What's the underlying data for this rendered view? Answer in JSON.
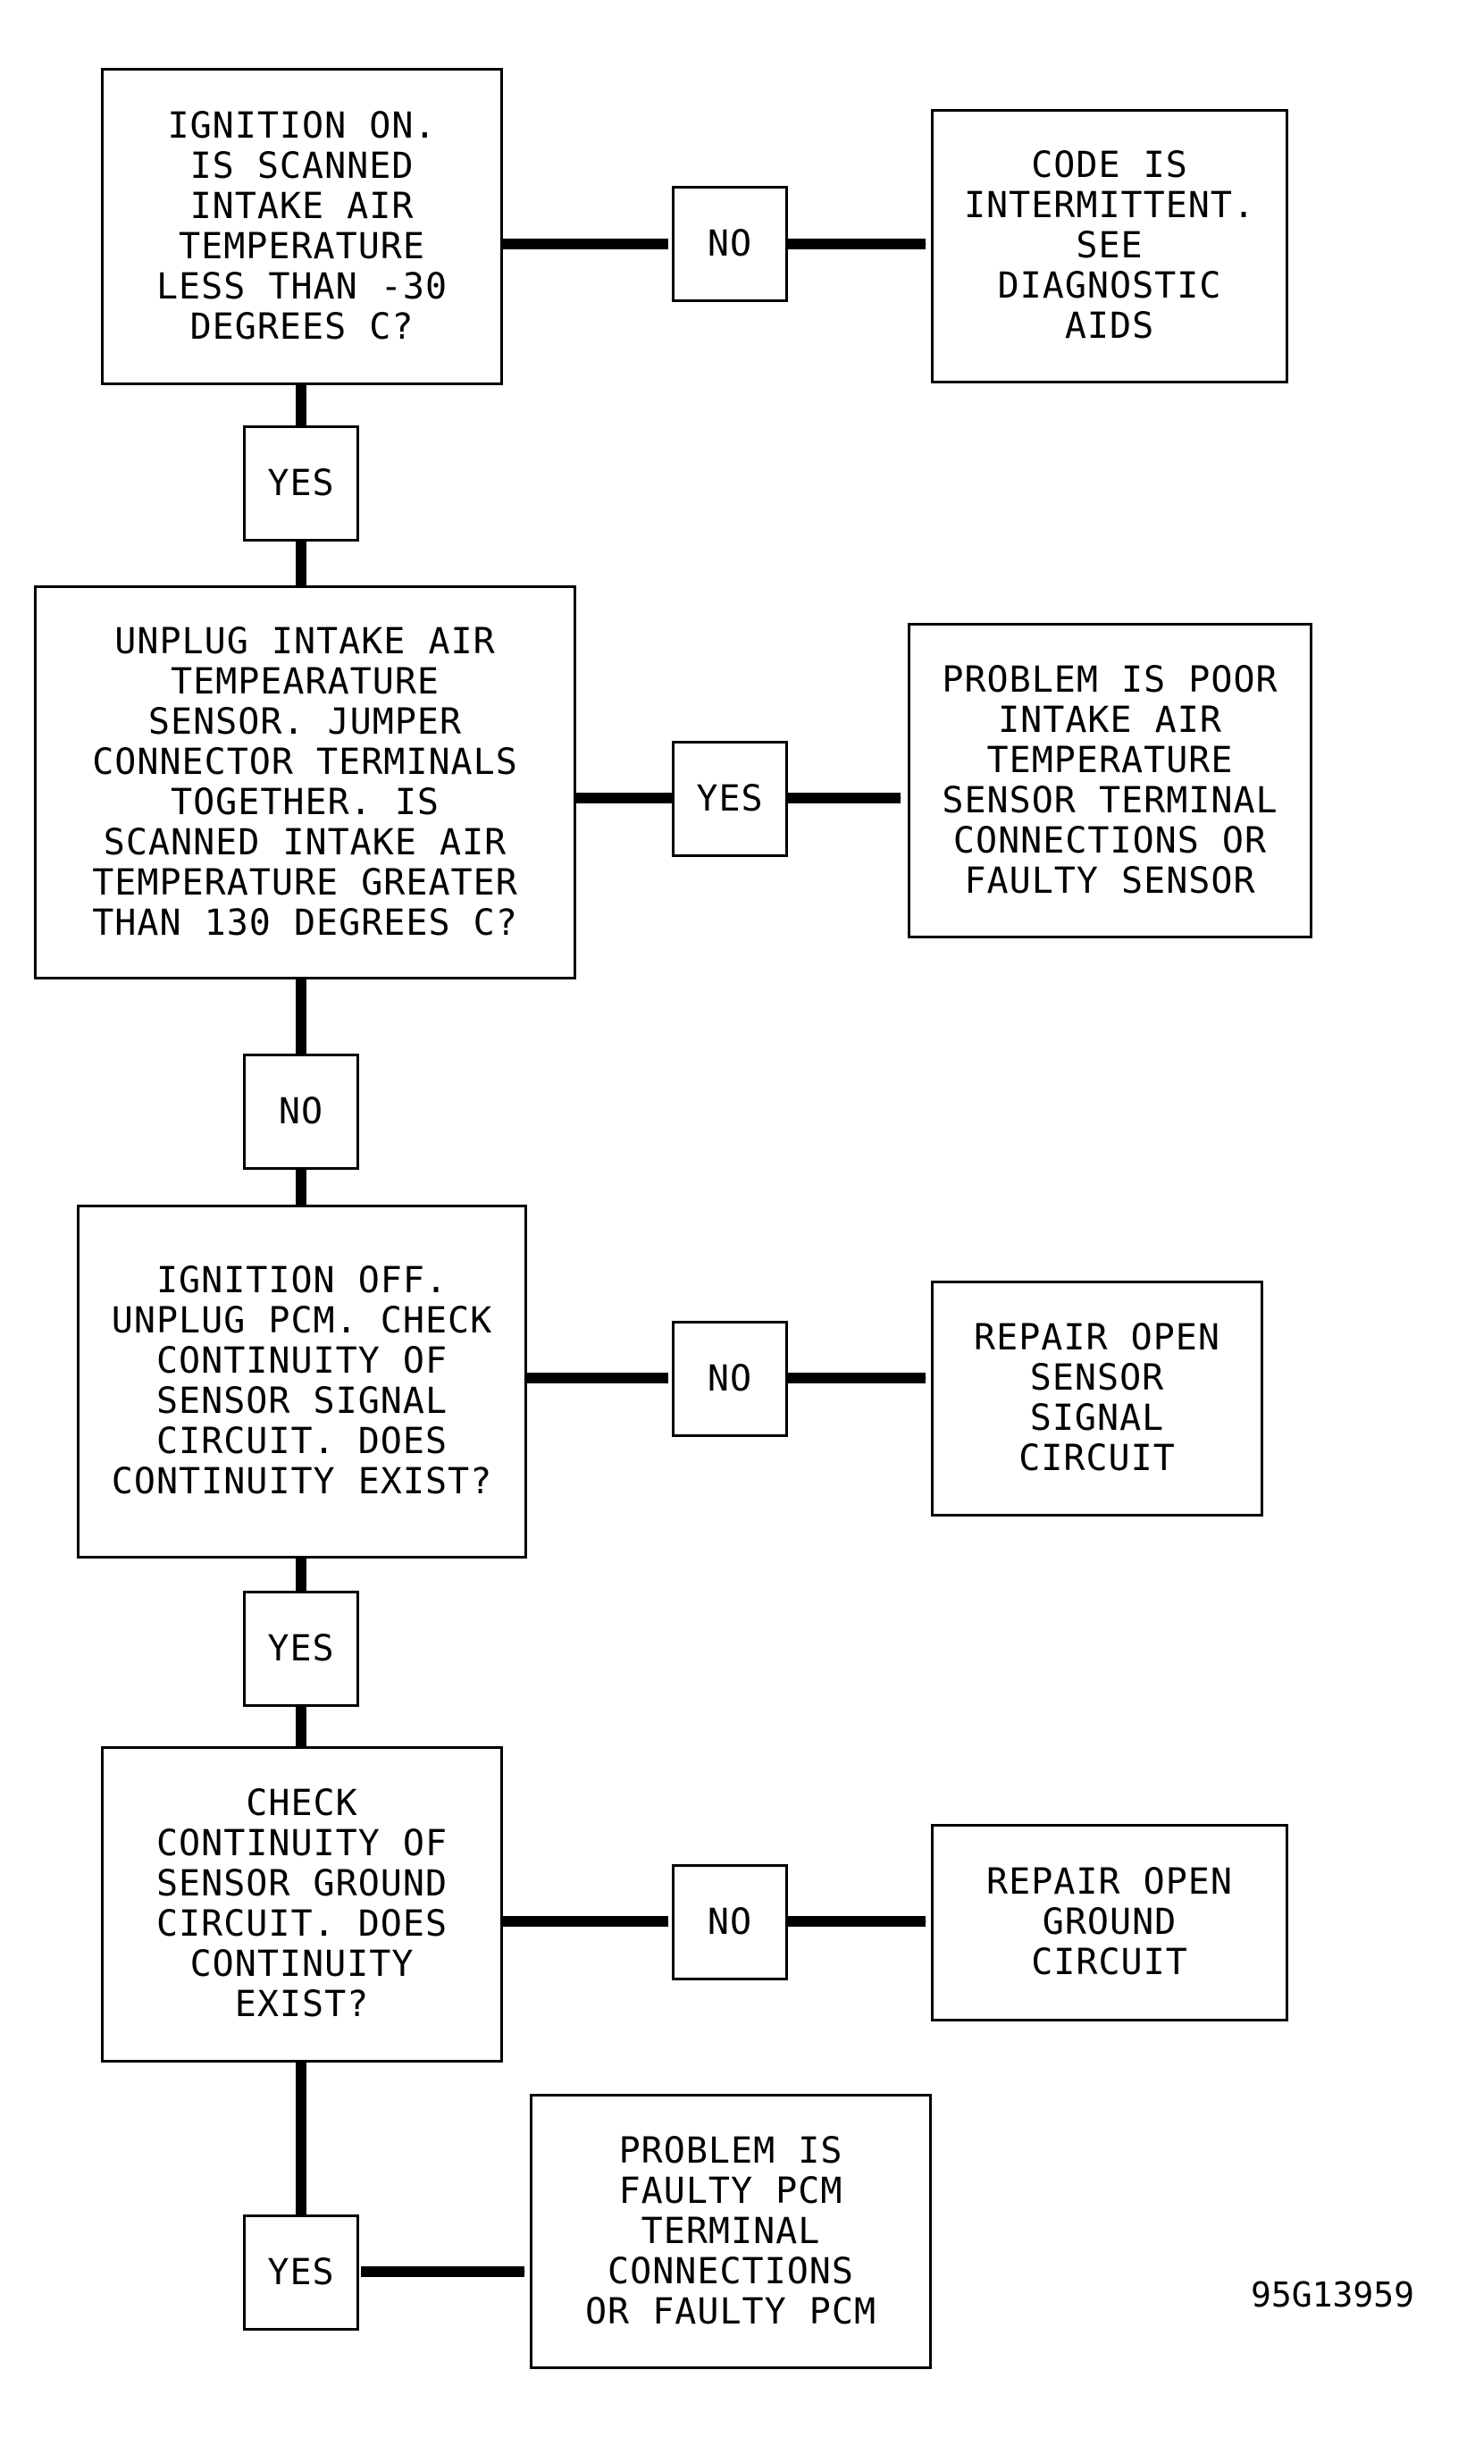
{
  "flowchart": {
    "steps": [
      {
        "question": "IGNITION ON.\nIS SCANNED\nINTAKE AIR\nTEMPERATURE\nLESS THAN -30\nDEGREES C?"
      },
      {
        "question": "UNPLUG INTAKE AIR\nTEMPEARATURE\nSENSOR. JUMPER\nCONNECTOR TERMINALS\nTOGETHER. IS\nSCANNED INTAKE AIR\nTEMPERATURE GREATER\nTHAN 130 DEGREES C?"
      },
      {
        "question": "IGNITION OFF.\nUNPLUG PCM. CHECK\nCONTINUITY OF\nSENSOR SIGNAL\nCIRCUIT. DOES\nCONTINUITY EXIST?"
      },
      {
        "question": "CHECK\nCONTINUITY OF\nSENSOR GROUND\nCIRCUIT. DOES\nCONTINUITY\nEXIST?"
      }
    ],
    "branches": [
      {
        "label": "NO",
        "result": "CODE IS\nINTERMITTENT.\nSEE\nDIAGNOSTIC\nAIDS"
      },
      {
        "label": "YES",
        "result": "PROBLEM IS POOR\nINTAKE AIR\nTEMPERATURE\nSENSOR TERMINAL\nCONNECTIONS OR\nFAULTY SENSOR"
      },
      {
        "label": "NO",
        "result": "REPAIR OPEN\nSENSOR\nSIGNAL\nCIRCUIT"
      },
      {
        "label": "NO",
        "result": "REPAIR OPEN\nGROUND\nCIRCUIT"
      }
    ],
    "down_labels": [
      "YES",
      "NO",
      "YES",
      "YES"
    ],
    "final_result": "PROBLEM IS\nFAULTY PCM\nTERMINAL\nCONNECTIONS\nOR FAULTY PCM",
    "figure_code": "95G13959"
  }
}
